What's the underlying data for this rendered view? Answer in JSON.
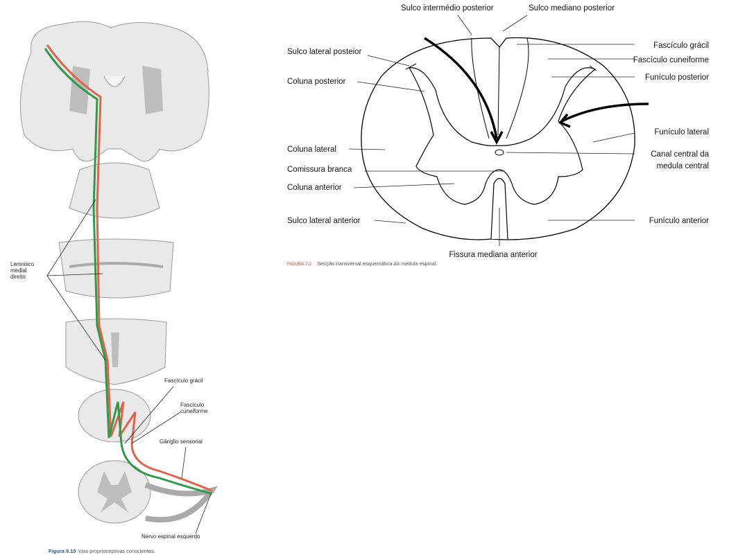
{
  "left_figure": {
    "labels": {
      "lemnisco": [
        "Lemnisco",
        "medial",
        "direito"
      ],
      "fasciculo_gracil": "Fascículo grácil",
      "fasciculo_cuneiforme": [
        "Fascículo",
        "cuneiforme"
      ],
      "ganglio_sensorial": "Gânglio sensorial",
      "nervo_espinal": "Nervo espinal esquerdo"
    },
    "caption_number": "Figura 9.10",
    "caption_text": "Vias proprioceptivas conscientes.",
    "colors": {
      "pathway_red": "#e0634a",
      "pathway_green": "#2f9a4a"
    }
  },
  "right_figure": {
    "labels": {
      "sulco_intermedio_posterior": "Sulco intermédio posterior",
      "sulco_mediano_posterior": "Sulco mediano posterior",
      "fasciculo_gracil": "Fascículo grácil",
      "fasciculo_cuneiforme": "Fascículo cuneiforme",
      "funiculo_posterior": "Funículo posterior",
      "sulco_lateral_posterior": "Sulco lateral posteior",
      "coluna_posterior": "Coluna posterior",
      "funiculo_lateral": "Funículo lateral",
      "coluna_lateral": "Coluna lateral",
      "canal_central": [
        "Canal central da",
        "medula central"
      ],
      "comissura_branca": "Comissura branca",
      "coluna_anterior": "Coluna anterior",
      "sulco_lateral_anterior": "Sulco lateral anterior",
      "funiculo_anterior": "Funículo anterior",
      "fissura_mediana_anterior": "Fissura mediana anterior"
    },
    "caption_number": "FIGURA 7.2",
    "caption_text": "Secção transversal esquemática da medula espinal."
  }
}
